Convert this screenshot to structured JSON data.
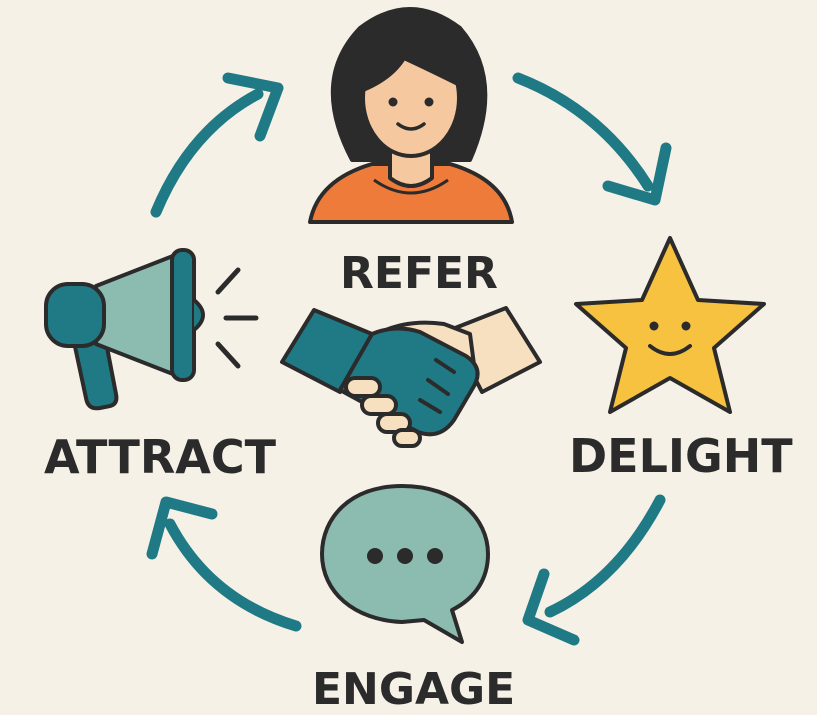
{
  "stages": {
    "refer": "REFER",
    "attract": "ATTRACT",
    "delight": "DELIGHT",
    "engage": "ENGAGE"
  },
  "icons": {
    "refer": "person-icon",
    "attract": "megaphone-icon",
    "delight": "smiling-star-icon",
    "engage": "speech-bubble-icon",
    "center": "handshake-icon"
  },
  "colors": {
    "background": "#f6f1e7",
    "teal": "#1f7a85",
    "teal_light": "#8cbcb0",
    "orange": "#ef7b3a",
    "star_yellow": "#f6c23f",
    "skin": "#f6c8a0",
    "outline": "#2b2b2b"
  }
}
